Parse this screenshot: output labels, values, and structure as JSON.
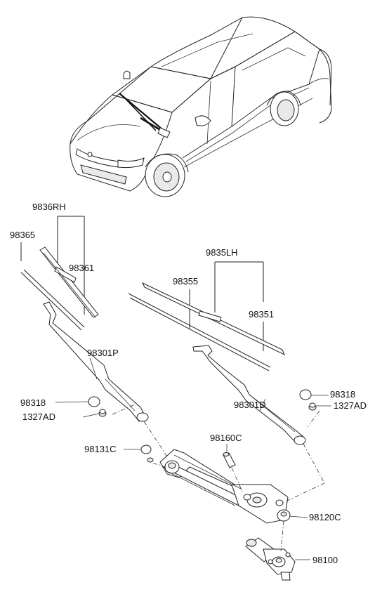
{
  "labels": {
    "rh_assy": "9836RH",
    "rh_blade": "98365",
    "rh_refill": "98361",
    "lh_assy": "9835LH",
    "lh_blade": "98355",
    "lh_refill": "98351",
    "arm_p": "98301P",
    "arm_d": "98301D",
    "cap_left": "98318",
    "nut_left": "1327AD",
    "cap_right": "98318",
    "nut_right": "1327AD",
    "cap_pivot": "98131C",
    "bushing": "98160C",
    "linkage": "98120C",
    "motor": "98100"
  }
}
